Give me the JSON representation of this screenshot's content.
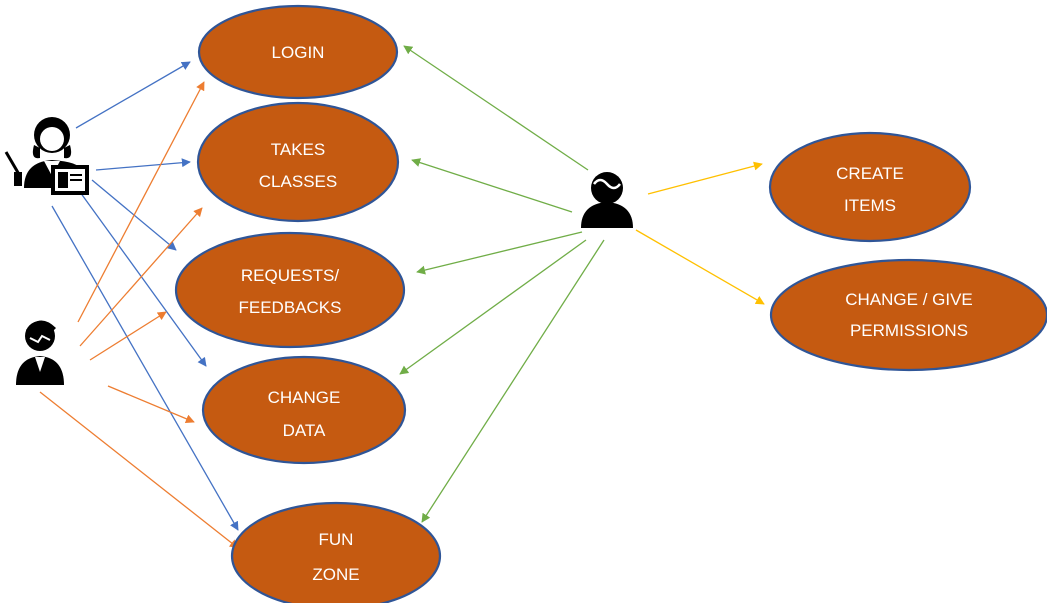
{
  "colors": {
    "usecase_fill": "#c55a11",
    "usecase_border": "#2f5597",
    "usecase_text": "#ffffff",
    "arrow_blue": "#4472c4",
    "arrow_orange": "#ed7d31",
    "arrow_green": "#70ad47",
    "arrow_yellow": "#ffc000"
  },
  "actors": [
    {
      "id": "teacher",
      "icon": "teacher-with-board-icon"
    },
    {
      "id": "student",
      "icon": "student-icon"
    },
    {
      "id": "admin",
      "icon": "admin-user-icon"
    }
  ],
  "use_cases": [
    {
      "id": "login",
      "lines": [
        "LOGIN"
      ]
    },
    {
      "id": "takes_classes",
      "lines": [
        "TAKES",
        "CLASSES"
      ]
    },
    {
      "id": "requests_feedbacks",
      "lines": [
        "REQUESTS/",
        "FEEDBACKS"
      ]
    },
    {
      "id": "change_data",
      "lines": [
        "CHANGE",
        "DATA"
      ]
    },
    {
      "id": "fun_zone",
      "lines": [
        "FUN",
        "ZONE"
      ]
    },
    {
      "id": "create_items",
      "lines": [
        "CREATE",
        "ITEMS"
      ]
    },
    {
      "id": "change_give_permissions",
      "lines": [
        "CHANGE / GIVE",
        "PERMISSIONS"
      ]
    }
  ],
  "associations": [
    {
      "from": "teacher",
      "to": "login",
      "color": "blue"
    },
    {
      "from": "teacher",
      "to": "takes_classes",
      "color": "blue"
    },
    {
      "from": "teacher",
      "to": "requests_feedbacks",
      "color": "blue"
    },
    {
      "from": "teacher",
      "to": "change_data",
      "color": "blue"
    },
    {
      "from": "teacher",
      "to": "fun_zone",
      "color": "blue"
    },
    {
      "from": "student",
      "to": "login",
      "color": "orange"
    },
    {
      "from": "student",
      "to": "takes_classes",
      "color": "orange"
    },
    {
      "from": "student",
      "to": "requests_feedbacks",
      "color": "orange"
    },
    {
      "from": "student",
      "to": "change_data",
      "color": "orange"
    },
    {
      "from": "student",
      "to": "fun_zone",
      "color": "orange"
    },
    {
      "from": "admin",
      "to": "login",
      "color": "green"
    },
    {
      "from": "admin",
      "to": "takes_classes",
      "color": "green"
    },
    {
      "from": "admin",
      "to": "requests_feedbacks",
      "color": "green"
    },
    {
      "from": "admin",
      "to": "change_data",
      "color": "green"
    },
    {
      "from": "admin",
      "to": "fun_zone",
      "color": "green"
    },
    {
      "from": "admin",
      "to": "create_items",
      "color": "yellow"
    },
    {
      "from": "admin",
      "to": "change_give_permissions",
      "color": "yellow"
    }
  ]
}
